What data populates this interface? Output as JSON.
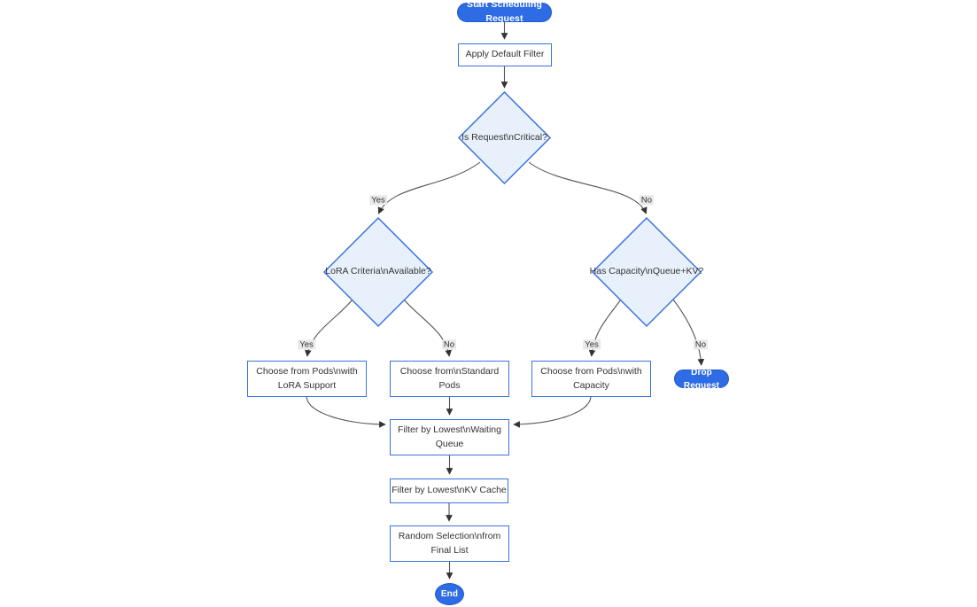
{
  "diagram": {
    "type": "flowchart",
    "direction": "top-down",
    "colors": {
      "background": "#ffffff",
      "accent_blue": "#2d6ce5",
      "node_border": "#3b72dd",
      "decision_fill": "#e8f1fb",
      "process_fill": "#ffffff",
      "node_text": "#333333",
      "terminal_text": "#ffffff",
      "edge": "#555555",
      "edge_label_bg": "#e8e8e8"
    },
    "nodes": {
      "start": {
        "label": "Start Scheduling Request",
        "type": "terminal-pill"
      },
      "apply_default_filter": {
        "label": "Apply Default Filter",
        "type": "process"
      },
      "is_critical": {
        "label": "Is Request\\nCritical?",
        "type": "decision"
      },
      "lora_criteria": {
        "label": "LoRA Criteria\\nAvailable?",
        "type": "decision"
      },
      "has_capacity": {
        "label": "Has Capacity\\nQueue+KV?",
        "type": "decision"
      },
      "choose_lora_pods": {
        "label": "Choose from Pods\\nwith LoRA Support",
        "type": "process"
      },
      "choose_standard_pods": {
        "label": "Choose from\\nStandard Pods",
        "type": "process"
      },
      "choose_capacity_pods": {
        "label": "Choose from Pods\\nwith Capacity",
        "type": "process"
      },
      "drop_request": {
        "label": "Drop Request",
        "type": "terminal-pill"
      },
      "filter_waiting_queue": {
        "label": "Filter by Lowest\\nWaiting Queue",
        "type": "process"
      },
      "filter_kv_cache": {
        "label": "Filter by Lowest\\nKV Cache",
        "type": "process"
      },
      "random_selection": {
        "label": "Random Selection\\nfrom Final List",
        "type": "process"
      },
      "end": {
        "label": "End",
        "type": "terminal-pill"
      }
    },
    "edges": [
      {
        "from": "start",
        "to": "apply_default_filter",
        "label": ""
      },
      {
        "from": "apply_default_filter",
        "to": "is_critical",
        "label": ""
      },
      {
        "from": "is_critical",
        "to": "lora_criteria",
        "label": "Yes"
      },
      {
        "from": "is_critical",
        "to": "has_capacity",
        "label": "No"
      },
      {
        "from": "lora_criteria",
        "to": "choose_lora_pods",
        "label": "Yes"
      },
      {
        "from": "lora_criteria",
        "to": "choose_standard_pods",
        "label": "No"
      },
      {
        "from": "has_capacity",
        "to": "choose_capacity_pods",
        "label": "Yes"
      },
      {
        "from": "has_capacity",
        "to": "drop_request",
        "label": "No"
      },
      {
        "from": "choose_lora_pods",
        "to": "filter_waiting_queue",
        "label": ""
      },
      {
        "from": "choose_standard_pods",
        "to": "filter_waiting_queue",
        "label": ""
      },
      {
        "from": "choose_capacity_pods",
        "to": "filter_waiting_queue",
        "label": ""
      },
      {
        "from": "filter_waiting_queue",
        "to": "filter_kv_cache",
        "label": ""
      },
      {
        "from": "filter_kv_cache",
        "to": "random_selection",
        "label": ""
      },
      {
        "from": "random_selection",
        "to": "end",
        "label": ""
      }
    ]
  }
}
